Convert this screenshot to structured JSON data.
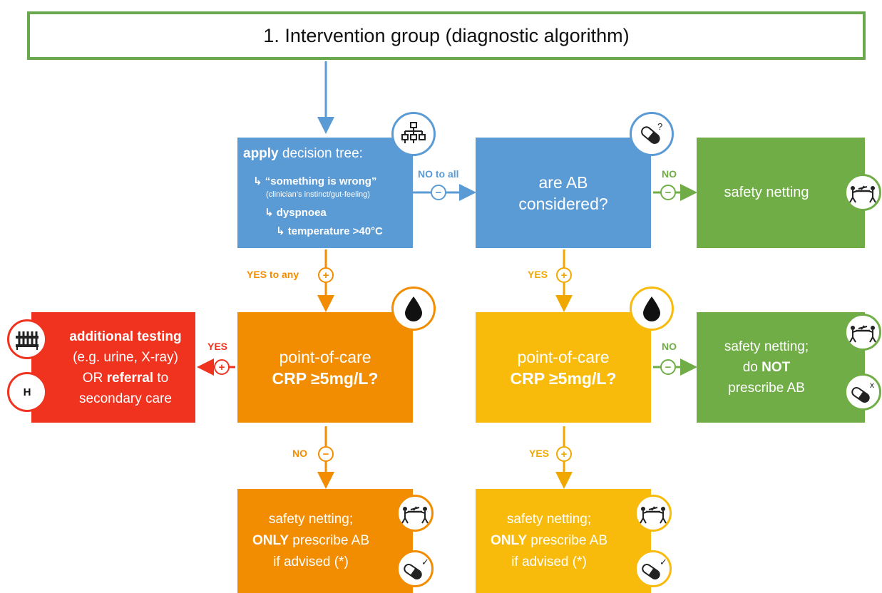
{
  "title": "1. Intervention group (diagnostic algorithm)",
  "decision_tree": {
    "heading_bold": "apply",
    "heading_rest": " decision tree:",
    "line1": "↳ “something is wrong”",
    "line1_sub": "(clinician’s instinct/gut-feeling)",
    "line2": "↳ dyspnoea",
    "line3": "↳ temperature >40°C"
  },
  "ab_considered": {
    "line1": "are AB",
    "line2": "considered?"
  },
  "safety_netting_top": "safety netting",
  "crp_left": {
    "line1": "point-of-care",
    "line2": "CRP ≥5mg/L?"
  },
  "crp_right": {
    "line1": "point-of-care",
    "line2": "CRP ≥5mg/L?"
  },
  "referral": {
    "l1_bold": "additional testing",
    "l2": "(e.g. urine, X-ray)",
    "l3_pre": "OR ",
    "l3_bold": "referral",
    "l3_post": " to",
    "l4": "secondary care",
    "h_label": "H"
  },
  "no_prescribe": {
    "line1": "safety netting;",
    "line2_pre": "do ",
    "line2_bold": "NOT",
    "line3": "prescribe AB"
  },
  "bottom_left": {
    "line1": "safety netting;",
    "line2_bold": "ONLY",
    "line2_rest": " prescribe AB",
    "line3": "if advised (*)"
  },
  "bottom_right": {
    "line1": "safety netting;",
    "line2_bold": "ONLY",
    "line2_rest": " prescribe AB",
    "line3": "if advised (*)"
  },
  "edge_labels": {
    "no_to_all": "NO to all",
    "no_top": "NO",
    "yes_to_any": "YES to any",
    "yes_mid": "YES",
    "yes_red": "YES",
    "no_mid": "NO",
    "no_bottom": "NO",
    "yes_bottom": "YES"
  },
  "signs": {
    "plus": "+",
    "minus": "−"
  },
  "icons": {
    "flowchart": "flowchart-icon",
    "pill_question": "pill-question-icon",
    "blood_drop": "blood-drop-icon",
    "stretcher": "stretcher-icon",
    "test_tubes": "test-tubes-icon",
    "hospital": "hospital-icon",
    "pill_cross": "pill-cross-icon",
    "pill_check": "pill-check-icon",
    "pill_question_mark": "?",
    "pill_cross_mark": "x",
    "pill_check_mark": "✓"
  },
  "colors": {
    "blue": "#5b9bd5",
    "green": "#70ad47",
    "orange": "#f28c00",
    "yellow": "#f8bb0c",
    "red": "#f0331f"
  }
}
